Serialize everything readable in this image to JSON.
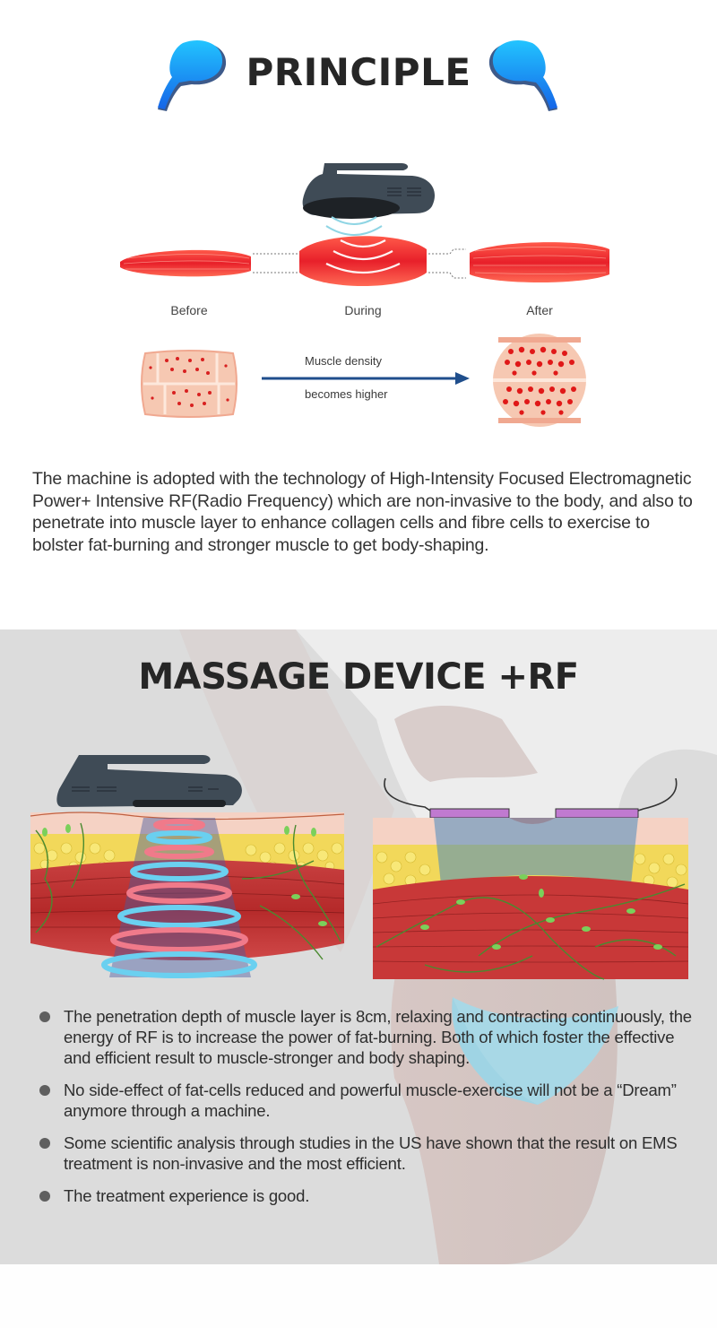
{
  "principle": {
    "title": "PRINCIPLE",
    "diagram": {
      "stages": [
        "Before",
        "During",
        "After"
      ],
      "density_label_top": "Muscle density",
      "density_label_bottom": "becomes higher"
    },
    "description": "The machine is adopted with the technology of High-Intensity Focused Electromagnetic Power+ Intensive RF(Radio Frequency) which are non-invasive to the body, and also to penetrate into muscle layer to enhance collagen cells and fibre cells to exercise to bolster fat-burning and stronger muscle to get body-shaping."
  },
  "massage": {
    "title": "MASSAGE DEVICE  +RF",
    "bullets": [
      "The penetration depth of muscle layer is 8cm, relaxing and contracting continuously, the energy of RF is to increase the power of fat-burning. Both of which foster the effective and efficient result to muscle-stronger and body shaping.",
      "No side-effect of fat-cells reduced and powerful muscle-exercise will not be a “Dream” anymore through a machine.",
      "Some scientific analysis through studies in the US have shown that the result on EMS treatment is non-invasive and the most efficient.",
      "The treatment experience is good."
    ]
  },
  "colors": {
    "title_text": "#262626",
    "body_text": "#333333",
    "accent_blue": "#1e8cf0",
    "muscle_red": "#e8282a",
    "arrow_navy": "#1f4e8c",
    "section_gray": "#dcdcdc",
    "device_dark": "#3a4550"
  }
}
